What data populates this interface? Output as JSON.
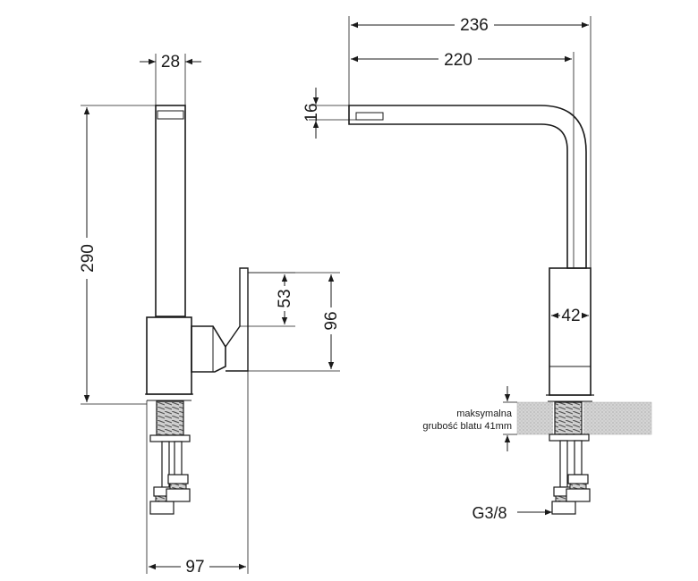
{
  "dimensions": {
    "base_width": "28",
    "total_height": "290",
    "lever_height": "53",
    "body_height": "96",
    "base_depth": "97",
    "overall_reach": "236",
    "spout_reach": "220",
    "spout_outlet": "16",
    "body_diameter": "42"
  },
  "notes": {
    "countertop_line1": "maksymalna",
    "countertop_line2": "grubość blatu 41mm",
    "connection_thread": "G3/8"
  }
}
